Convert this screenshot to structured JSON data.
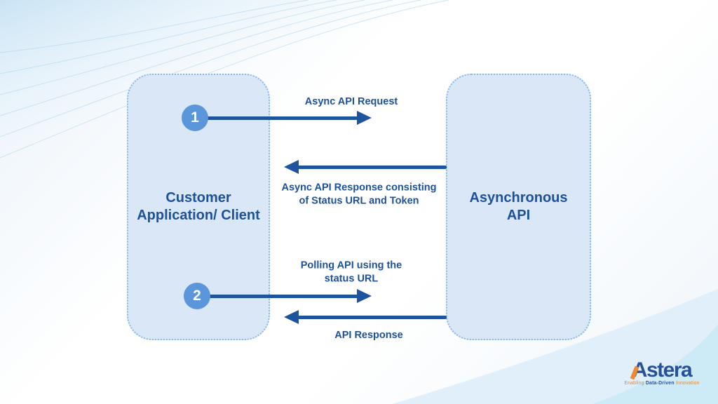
{
  "diagram": {
    "left_box": {
      "title_lines": [
        "Customer",
        "Application/ Client"
      ]
    },
    "right_box": {
      "title_lines": [
        "Asynchronous",
        "API"
      ]
    },
    "steps": [
      {
        "number": "1"
      },
      {
        "number": "2"
      }
    ],
    "arrows": [
      {
        "direction": "right",
        "label_lines": [
          "Async API Request",
          ""
        ]
      },
      {
        "direction": "left",
        "label_lines": [
          "Async API Response consisting",
          "of Status URL and Token"
        ]
      },
      {
        "direction": "right",
        "label_lines": [
          "Polling API using the",
          "status URL"
        ]
      },
      {
        "direction": "left",
        "label_lines": [
          "API Response",
          ""
        ]
      }
    ]
  },
  "logo": {
    "brand": "Astera",
    "tagline_part1": "Enabling ",
    "tagline_part2": "Data-Driven",
    "tagline_part3": " Innovation"
  },
  "colors": {
    "box_fill": "#d9e7f7",
    "box_border": "#8ab8e9",
    "arrow": "#1e549e",
    "label_text": "#1d5199",
    "step_circle": "#5b95da",
    "wave_light": "#c6e2f4",
    "wave_band": "#e0effa",
    "wave_corner": "#cdeaf7",
    "logo_blue": "#27509b",
    "logo_orange": "#ee8a2d"
  }
}
